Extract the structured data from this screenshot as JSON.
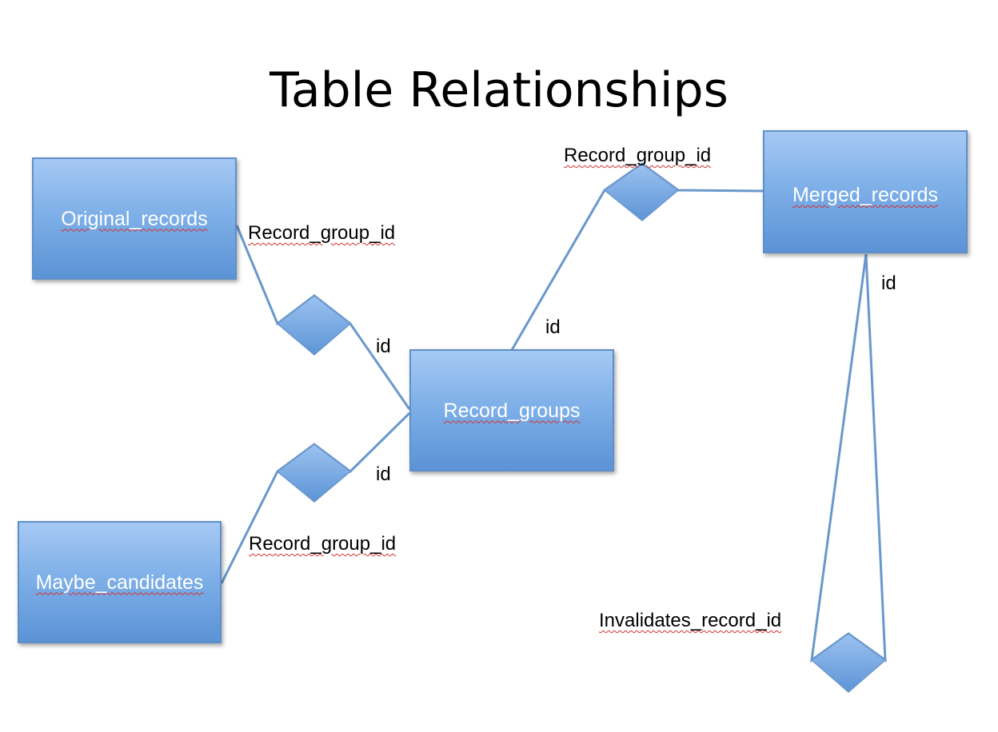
{
  "title": "Table Relationships",
  "entities": {
    "original_records": "Original_records",
    "maybe_candidates": "Maybe_candidates",
    "record_groups": "Record_groups",
    "merged_records": "Merged_records"
  },
  "labels": {
    "original_fk": "Record_group_id",
    "original_pk": "id",
    "maybe_fk": "Record_group_id",
    "maybe_pk": "id",
    "merged_fk": "Record_group_id",
    "merged_pk_side": "id",
    "merged_self_id": "id",
    "invalidates": "Invalidates_record_id"
  },
  "colors": {
    "entity_fill_top": "#a6c9f4",
    "entity_fill_bottom": "#5b93d6",
    "connector": "#6a98cc",
    "spellcheck_underline": "#d43030"
  }
}
